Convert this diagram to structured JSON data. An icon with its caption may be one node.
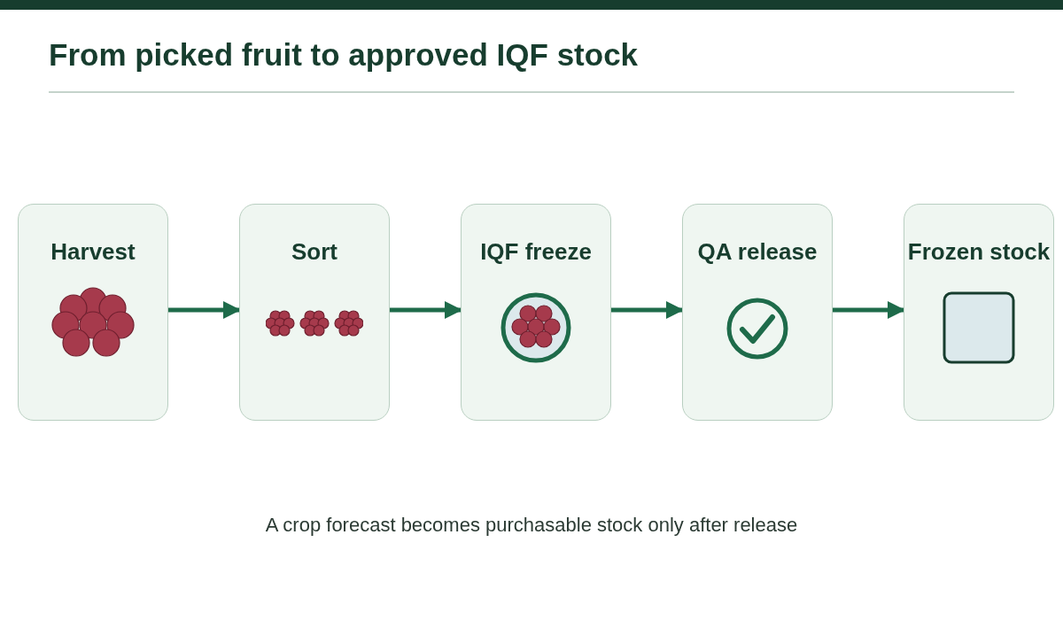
{
  "diagram": {
    "title": "From picked fruit to approved IQF stock",
    "caption": "A crop forecast becomes purchasable stock only after release",
    "nodes": [
      {
        "text": [
          "Harvest"
        ]
      },
      {
        "text": [
          "Sort"
        ]
      },
      {
        "text": [
          "IQF freeze"
        ]
      },
      {
        "text": [
          "QA release"
        ]
      },
      {
        "text": [
          "Frozen stock"
        ]
      }
    ],
    "edges": [
      {
        "from": 0,
        "to": 1,
        "arrow": "to"
      },
      {
        "from": 1,
        "to": 2,
        "arrow": "to"
      },
      {
        "from": 2,
        "to": 3,
        "arrow": "to"
      },
      {
        "from": 3,
        "to": 4,
        "arrow": "to"
      }
    ]
  }
}
